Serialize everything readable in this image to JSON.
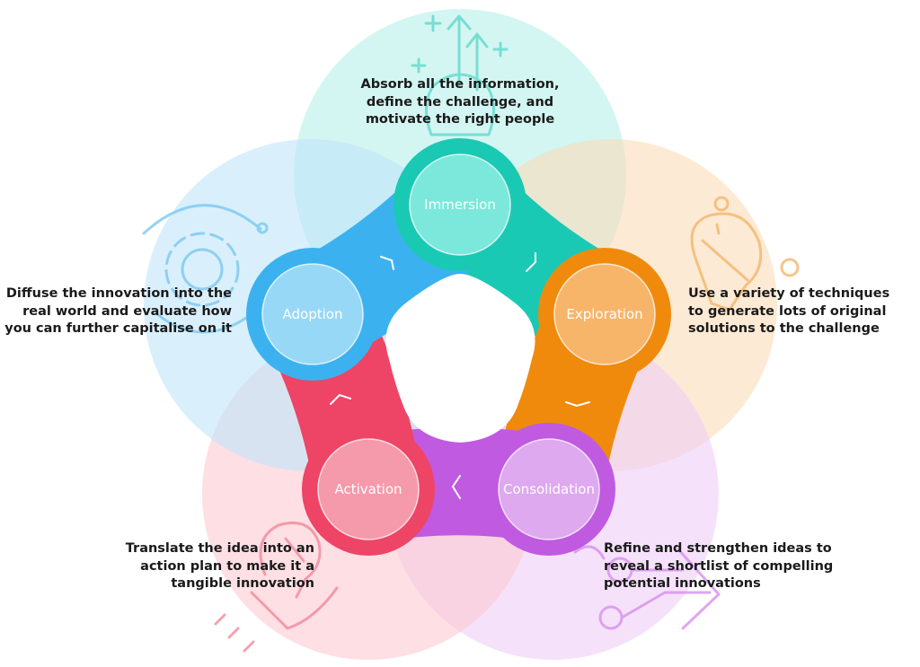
{
  "stages": [
    {
      "label": "Immersion",
      "color": "#1ac9b4",
      "inner": "#7be8db",
      "petal": "#b6f0ea",
      "description": [
        "Absorb all the information,",
        "define the challenge, and",
        "motivate the right people"
      ],
      "icon": "growth-arrows-icon"
    },
    {
      "label": "Exploration",
      "color": "#f08a0c",
      "inner": "#f7b56a",
      "petal": "#fcdcb8",
      "description": [
        "Use a variety of techniques",
        "to generate lots of original",
        "solutions to the challenge"
      ],
      "icon": "lightbulb-icon"
    },
    {
      "label": "Consolidation",
      "color": "#c05ae0",
      "inner": "#dea9ef",
      "petal": "#efcff7",
      "description": [
        "Refine and strengthen ideas to",
        "reveal a shortlist of compelling",
        "potential innovations"
      ],
      "icon": "flow-arrow-icon"
    },
    {
      "label": "Activation",
      "color": "#ee4466",
      "inner": "#f59aaa",
      "petal": "#fbc9d2",
      "description": [
        "Translate the idea into an",
        "action plan to make it a",
        "tangible innovation"
      ],
      "icon": "hand-bulb-icon"
    },
    {
      "label": "Adoption",
      "color": "#3bb2ef",
      "inner": "#98d8f7",
      "petal": "#bfe6fa",
      "description": [
        "Diffuse the innovation into the",
        "real world and evaluate how",
        "you can further capitalise on it"
      ],
      "icon": "gear-icon"
    }
  ]
}
